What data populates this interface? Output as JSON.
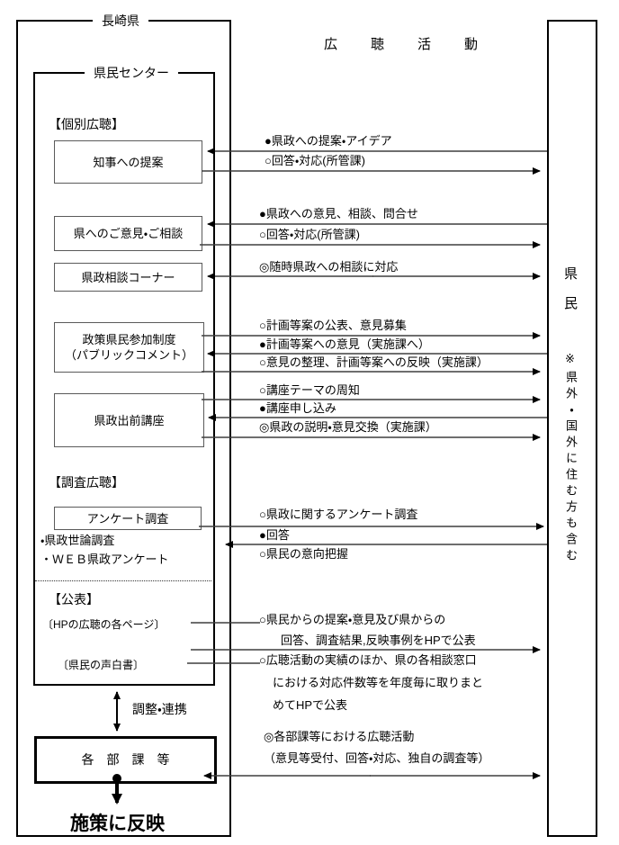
{
  "page": {
    "title": "広　聴　活　動"
  },
  "frames": {
    "prefecture": {
      "label": "長崎県"
    },
    "center": {
      "label": "県民センター"
    },
    "citizens": {
      "label": "県民",
      "note": "※県外・国外に住む方も含む"
    }
  },
  "sections": {
    "individual": "【個別広聴】",
    "survey": "【調査広聴】",
    "publication": "【公表】"
  },
  "boxes": {
    "governor_proposal": "知事への提案",
    "opinions": "県へのご意見・ご相談",
    "consult_corner": "県政相談コーナー",
    "public_comment_1": "政策県民参加制度",
    "public_comment_2": "（パブリックコメント）",
    "demae_lecture": "県政出前講座",
    "questionnaire": "アンケート調査",
    "departments": "各　部　課　等"
  },
  "bullets": {
    "opinion_poll": "・県政世論調査",
    "web_survey": "・ＷＥＢ県政アンケート"
  },
  "publication_items": {
    "hp_pages": "〔HPの広聴の各ページ〕",
    "white_paper": "〔県民の声白書〕"
  },
  "flows": {
    "f1": "●県政への提案・アイデア",
    "f2": "○回答・対応(所管課)",
    "f3": "●県政への意見、相談、問合せ",
    "f4": "○回答・対応(所管課)",
    "f5": "◎随時県政への相談に対応",
    "f6": "○計画等案の公表、意見募集",
    "f7": "●計画等案への意見（実施課へ）",
    "f8": "○意見の整理、計画等案への反映（実施課）",
    "f9": "○講座テーマの周知",
    "f10": "●講座申し込み",
    "f11": "◎県政の説明・意見交換（実施課）",
    "f12": "○県政に関するアンケート調査",
    "f13": "●回答",
    "f14": "○県民の意向把握",
    "f15_line1": "○県民からの提案・意見及び県からの",
    "f15_line2": "回答、調査結果,反映事例をHPで公表",
    "f16_line1": "○広聴活動の実績のほか、県の各相談窓口",
    "f16_line2": "における対応件数等を年度毎に取りまと",
    "f16_line3": "めてHPで公表",
    "f17_line1": "◎各部課等における広聴活動",
    "f17_line2": "（意見等受付、回答・対応、独自の調査等）"
  },
  "bottom": {
    "coordination": "調整・連携",
    "policy_reflection": "施策に反映"
  },
  "colors": {
    "line": "#3f3f3f",
    "border": "#000000",
    "background": "#ffffff"
  }
}
